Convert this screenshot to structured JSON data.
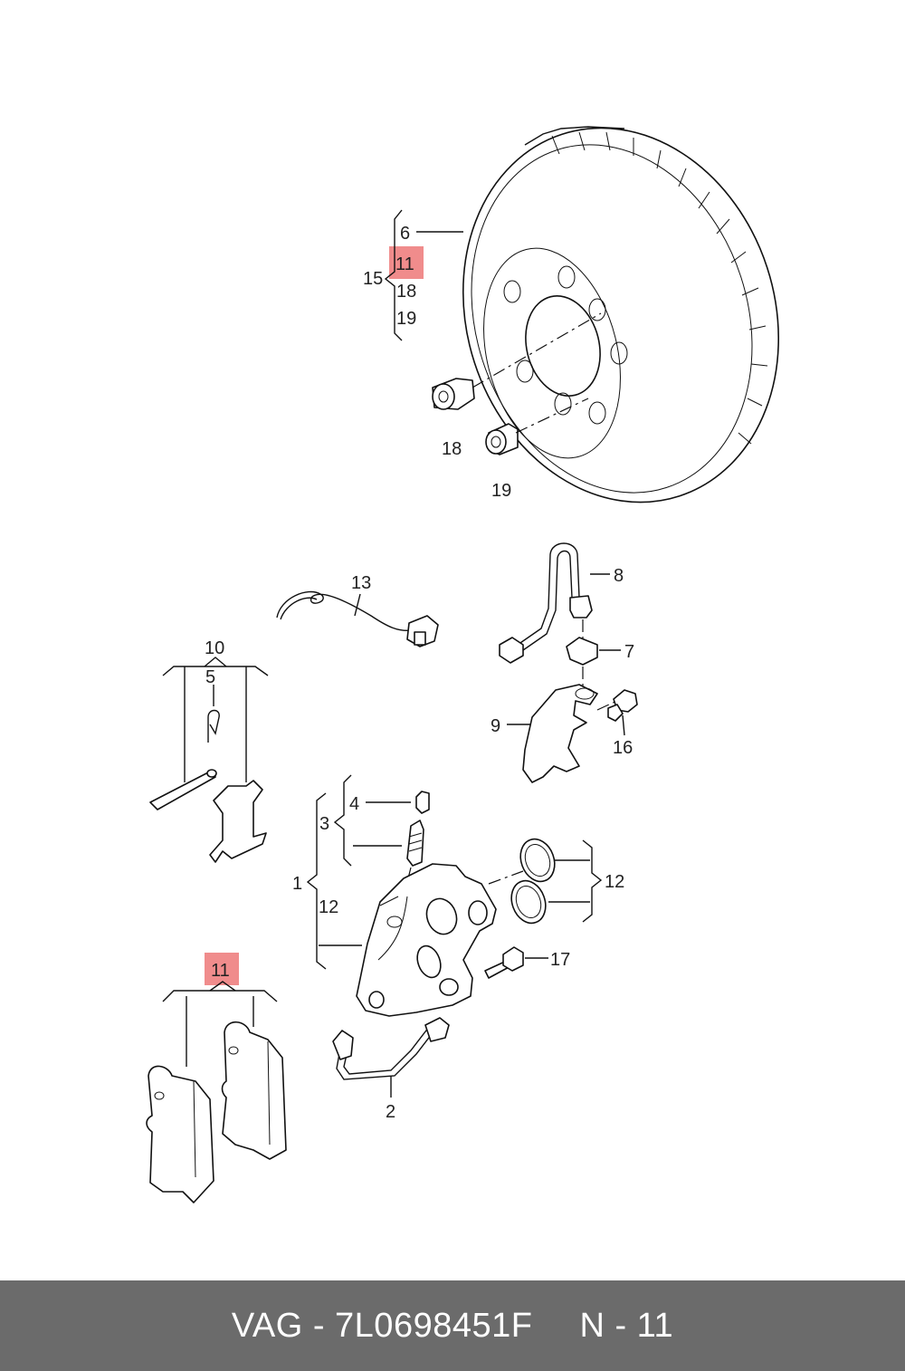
{
  "highlight_color": "#f08c8c",
  "footer_bg": "#6b6b6b",
  "callouts": {
    "c1": "1",
    "c2": "2",
    "c3": "3",
    "c4": "4",
    "c5": "5",
    "c6": "6",
    "c7": "7",
    "c8": "8",
    "c9": "9",
    "c10": "10",
    "c11_top": "11",
    "c11_pads": "11",
    "c12_left": "12",
    "c12_right": "12",
    "c13": "13",
    "c15": "15",
    "c16": "16",
    "c17": "17",
    "c18_group": "18",
    "c18_part": "18",
    "c19_group": "19",
    "c19_part": "19"
  },
  "footer": {
    "brand_part": "VAG - 7L0698451F",
    "page_ref": "N - 11"
  }
}
